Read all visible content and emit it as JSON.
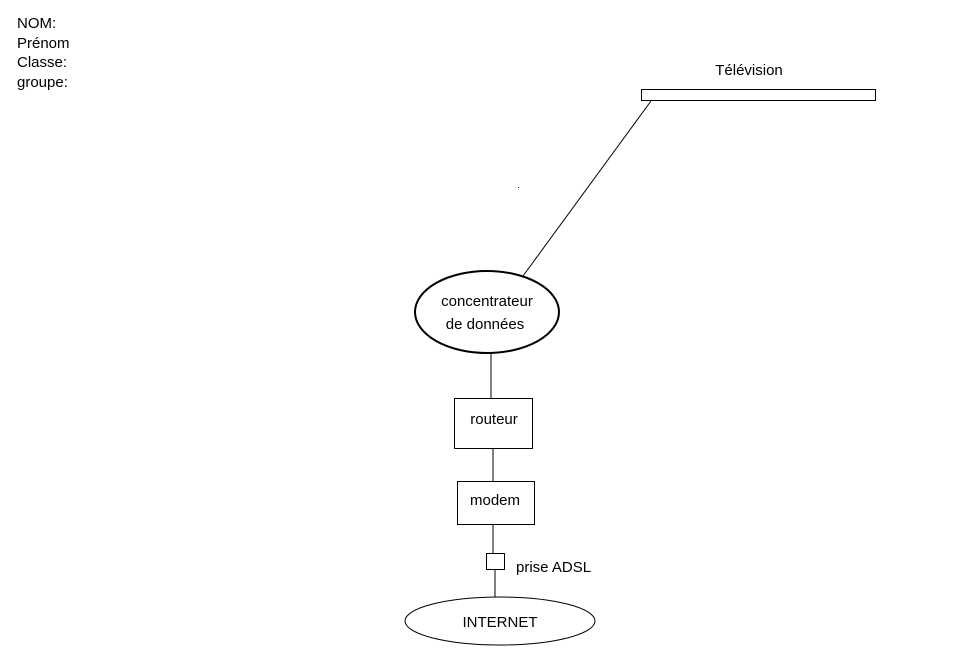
{
  "form": {
    "nom_label": "NOM:",
    "prenom_label": "Prénom",
    "classe_label": "Classe:",
    "groupe_label": "groupe:"
  },
  "diagram": {
    "television": "Télévision",
    "hub_line1": "concentrateur",
    "hub_line2": "de données",
    "router": "routeur",
    "modem": "modem",
    "adsl_socket": "prise ADSL",
    "internet": "INTERNET"
  },
  "colors": {
    "stroke": "#000000",
    "background": "#ffffff"
  }
}
